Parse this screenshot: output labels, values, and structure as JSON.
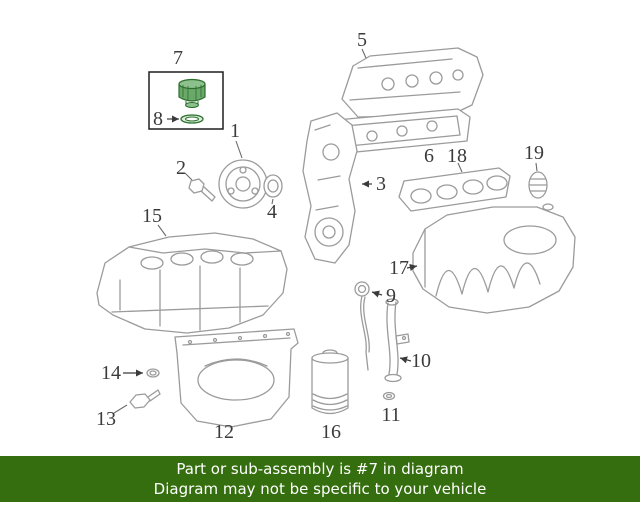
{
  "page": {
    "background": "#ffffff"
  },
  "diagram": {
    "type": "exploded-parts-diagram",
    "highlighted_part_number": "7",
    "highlight_stroke": "#2c6e2c",
    "highlight_fill": "#6aa86a",
    "line_color": "#9b9b9b",
    "label_color": "#3b3b3b"
  },
  "callouts": [
    {
      "label": "1"
    },
    {
      "label": "2"
    },
    {
      "label": "3"
    },
    {
      "label": "4"
    },
    {
      "label": "5"
    },
    {
      "label": "6"
    },
    {
      "label": "7"
    },
    {
      "label": "8"
    },
    {
      "label": "9"
    },
    {
      "label": "10"
    },
    {
      "label": "11"
    },
    {
      "label": "12"
    },
    {
      "label": "13"
    },
    {
      "label": "14"
    },
    {
      "label": "15"
    },
    {
      "label": "16"
    },
    {
      "label": "17"
    },
    {
      "label": "18"
    },
    {
      "label": "19"
    }
  ],
  "banner": {
    "line1": "Part or sub-assembly is #7 in diagram",
    "line2": "Diagram may not be specific to your vehicle",
    "background": "#356e0e",
    "text_color": "#ffffff"
  }
}
